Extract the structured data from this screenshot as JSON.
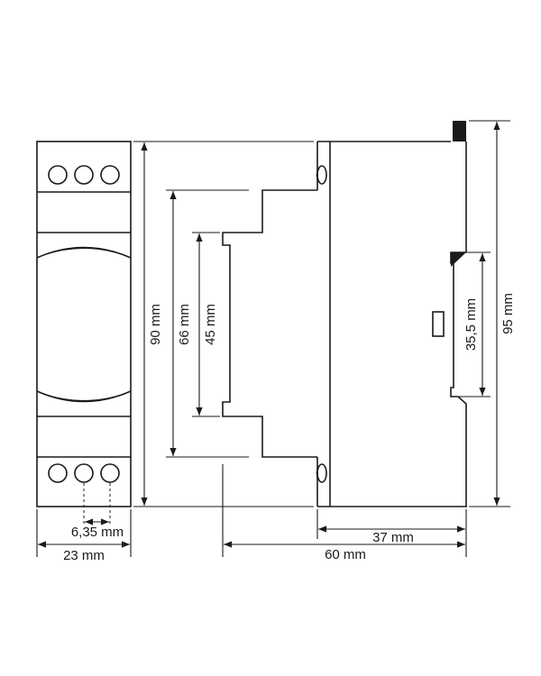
{
  "dimensions": {
    "width_23": "23 mm",
    "pitch": "6,35 mm",
    "height_90": "90 mm",
    "height_66": "66 mm",
    "height_45": "45 mm",
    "depth_37": "37 mm",
    "depth_60": "60 mm",
    "rail_35_5": "35,5 mm",
    "height_95": "95 mm"
  },
  "colors": {
    "line": "#1a1a1a",
    "background": "#ffffff"
  }
}
